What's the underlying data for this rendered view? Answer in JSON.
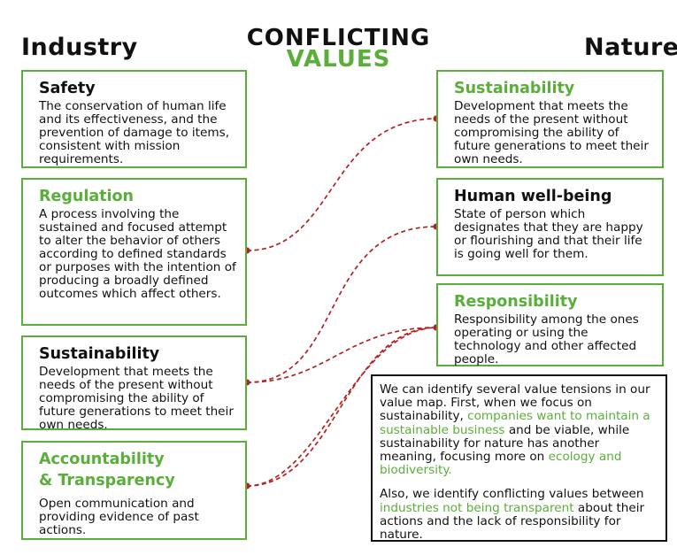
{
  "headers": {
    "left": "Industry",
    "right": "Nature"
  },
  "title": {
    "line1": "CONFLICTING",
    "line2": "VALUES"
  },
  "industry": [
    {
      "title": "Safety",
      "text": "The conservation of human life and its effectiveness, and the prevention of damage to items, consistent with mission requirements."
    },
    {
      "title": "Regulation",
      "text": "A process involving the sustained and focused attempt to alter the behavior of others according to defined standards or purposes with the intention of producing a broadly defined outcomes which affect others."
    },
    {
      "title": "Sustainability",
      "text": "Development that meets the needs of the present without compromising the ability of future generations to meet their own needs."
    },
    {
      "title_line1": "Accountability",
      "title_line2": "& Transparency",
      "text": "Open communication and providing evidence of past actions."
    }
  ],
  "nature": [
    {
      "title": "Sustainability",
      "text": "Development that meets the needs of the present without compromising the ability of future generations to meet their own needs."
    },
    {
      "title": "Human well-being",
      "text": "State of person which designates that they are happy or flourishing and that their life is going well for them."
    },
    {
      "title": "Responsibility",
      "text": "Responsibility among the ones operating or using the technology and other affected people."
    }
  ],
  "note": {
    "p1_a": "We can identify several value tensions in our value map. First, when we focus on sustainability, ",
    "p1_hl1": "companies want to maintain a sustainable business",
    "p1_b": " and be viable, while sustainability for nature has another meaning, focusing more on ",
    "p1_hl2": "ecology and biodiversity.",
    "p2_a": "Also, we identify conflicting values between ",
    "p2_hl": "industries not being transparent",
    "p2_b": " about their actions and the lack of responsibility for nature."
  },
  "colors": {
    "accent_green": "#5aae3a",
    "connector_red": "#b22222",
    "text": "#111111"
  }
}
